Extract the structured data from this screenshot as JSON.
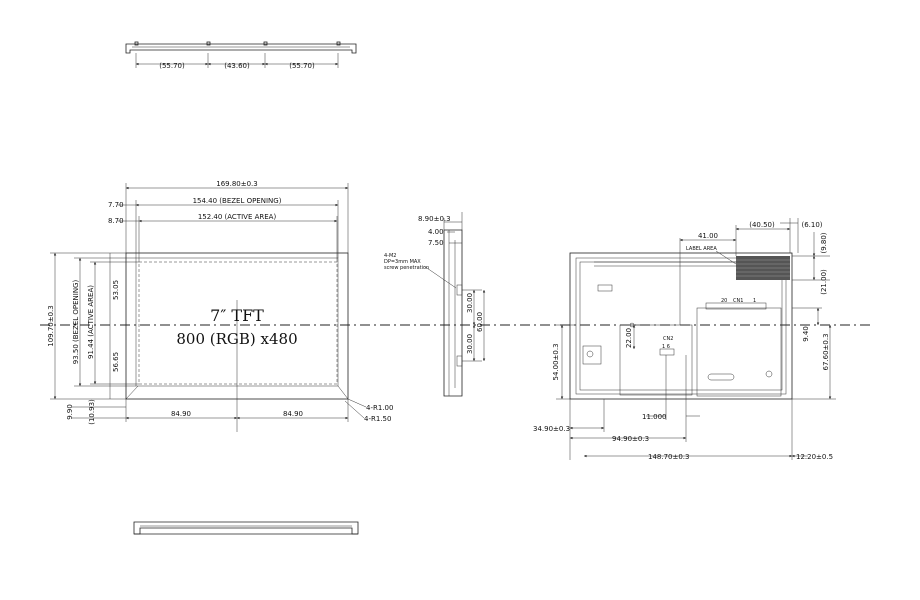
{
  "top_view": {
    "dims": [
      "(55.70)",
      "(43.60)",
      "(55.70)"
    ]
  },
  "front_view": {
    "width_overall": "169.80±0.3",
    "bezel_width": "154.40 (BEZEL OPENING)",
    "active_width": "152.40 (ACTIVE AREA)",
    "left_offset_1": "7.70",
    "left_offset_2": "8.70",
    "height_overall": "109.70±0.3",
    "bezel_height": "93.50 (BEZEL OPENING)",
    "active_height": "91.44 (ACTIVE AREA)",
    "upper_half": "53.05",
    "lower_half": "56.65",
    "bottom_offset_1": "9.90",
    "bottom_offset_2": "(10.93)",
    "half_width_left": "84.90",
    "half_width_right": "84.90",
    "radius_1": "4-R1.00",
    "radius_2": "4-R1.50",
    "title_line1": "7″ TFT",
    "title_line2": "800 (RGB) x480"
  },
  "side_view": {
    "depth": "8.90±0.3",
    "d1": "4.00",
    "d2": "7.50",
    "screw_note_1": "4-M2",
    "screw_note_2": "DP=3mm MAX",
    "screw_note_3": "screw penetration",
    "hole_upper": "30.00",
    "hole_lower": "30.00",
    "hole_span": "60.00"
  },
  "back_view": {
    "d_41": "41.00",
    "d_4050": "(40.50)",
    "d_610": "(6.10)",
    "d_980": "(9.80)",
    "d_2100": "(21.00)",
    "label_area": "LABEL AREA",
    "connector_cn1": "CN1",
    "pin_20": "20",
    "pin_1": "1",
    "d_2200": "22.00",
    "connector_cn2": "CN2",
    "cn2_pins": "1 6",
    "d_940": "9.40",
    "d_5400": "54.00±0.3",
    "d_6760": "67.60±0.3",
    "d_11000": "11.000",
    "d_3490": "34.90±0.3",
    "d_9490": "94.90±0.3",
    "d_14870": "148.70±0.3",
    "d_1220": "12.20±0.5"
  }
}
